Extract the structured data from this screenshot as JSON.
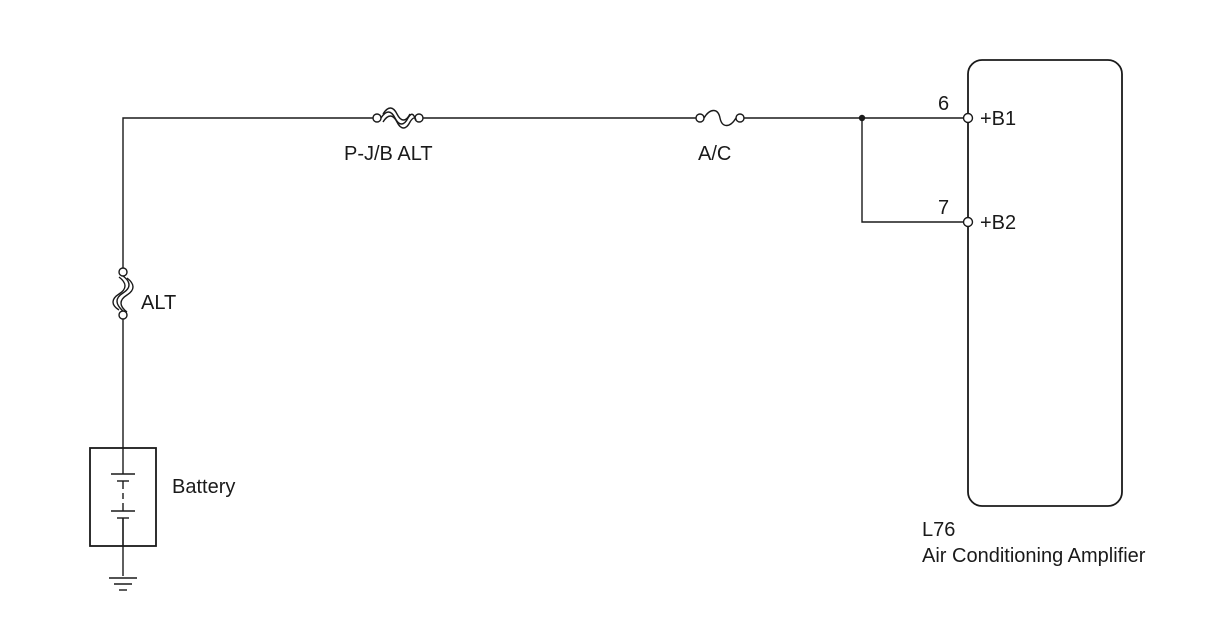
{
  "fuses": {
    "pjb_alt": "P-J/B ALT",
    "ac": "A/C",
    "alt": "ALT"
  },
  "battery": {
    "label": "Battery"
  },
  "amplifier": {
    "code": "L76",
    "name": "Air Conditioning Amplifier",
    "pins": [
      {
        "number": "6",
        "name": "+B1"
      },
      {
        "number": "7",
        "name": "+B2"
      }
    ]
  },
  "colors": {
    "line": "#1a1a1a",
    "background": "#ffffff"
  }
}
